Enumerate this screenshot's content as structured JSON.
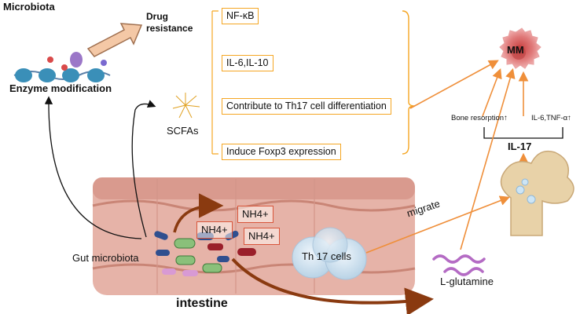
{
  "title": "Microbiota",
  "drug_resistance": "Drug\nresistance",
  "enzyme_modification": "Enzyme modification",
  "scfas": "SCFAs",
  "effects": [
    "NF-κB",
    "IL-6,IL-10",
    "Contribute to Th17 cell differentiation",
    "Induce Foxp3 expression"
  ],
  "mm": "MM",
  "bone_resorption": "Bone resorption↑",
  "il6_tnf": "IL-6,TNF-α↑",
  "il17": "IL-17",
  "migrate": "migrate",
  "nh4": [
    "NH4+",
    "NH4+",
    "NH4+"
  ],
  "gut_microbiota": "Gut microbiota",
  "th17_cells": "Th 17 cells",
  "l_glutamine": "L-glutamine",
  "intestine": "intestine",
  "colors": {
    "box_border": "#f5a623",
    "arrow_orange": "#ef8f3a",
    "nh4_border": "#d8553a",
    "intestine_tissue": "#e6b3a8",
    "bone": "#e8d2a8",
    "mm_cell": "#d96565",
    "glutamine_wave": "#b46bc4"
  }
}
